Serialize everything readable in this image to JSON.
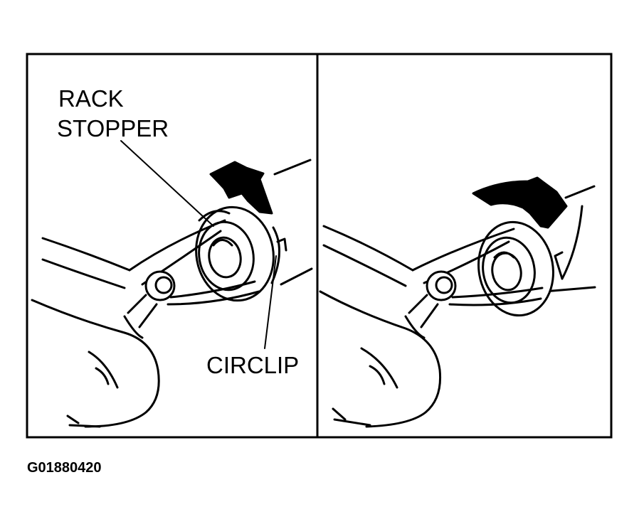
{
  "labels": {
    "rack_line1": "RACK",
    "rack_line2": "STOPPER",
    "circlip": "CIRCLIP"
  },
  "figure_code": "G01880420",
  "colors": {
    "ink": "#000000",
    "paper": "#ffffff"
  }
}
